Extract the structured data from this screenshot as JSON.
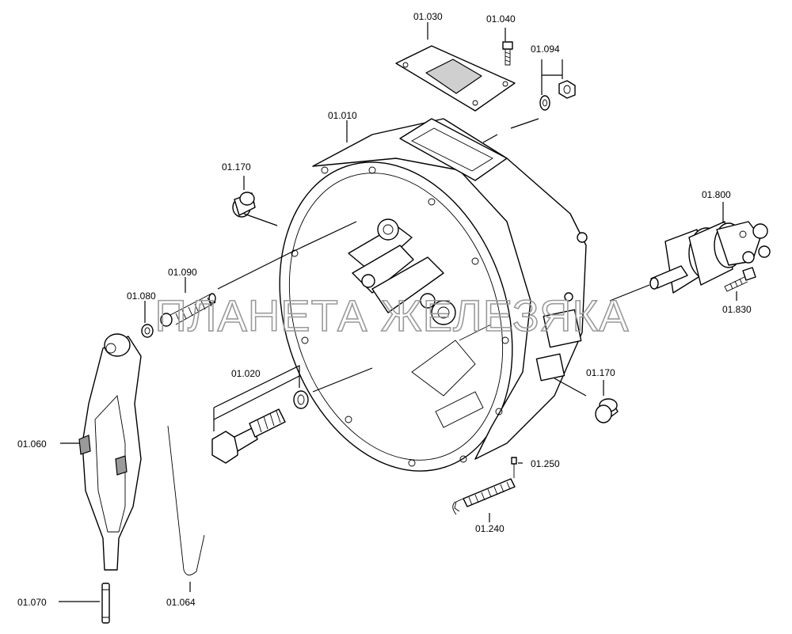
{
  "watermark": "ПЛАНЕТА ЖЕЛЕЗЯКА",
  "labels": {
    "p01030": "01.030",
    "p01040": "01.040",
    "p01094": "01.094",
    "p01010": "01.010",
    "p01170_top": "01.170",
    "p01800": "01.800",
    "p01090": "01.090",
    "p01080": "01.080",
    "p01830": "01.830",
    "p01020": "01.020",
    "p01170_right": "01.170",
    "p01060": "01.060",
    "p01250": "01.250",
    "p01240": "01.240",
    "p01070": "01.070",
    "p01064": "01.064"
  }
}
